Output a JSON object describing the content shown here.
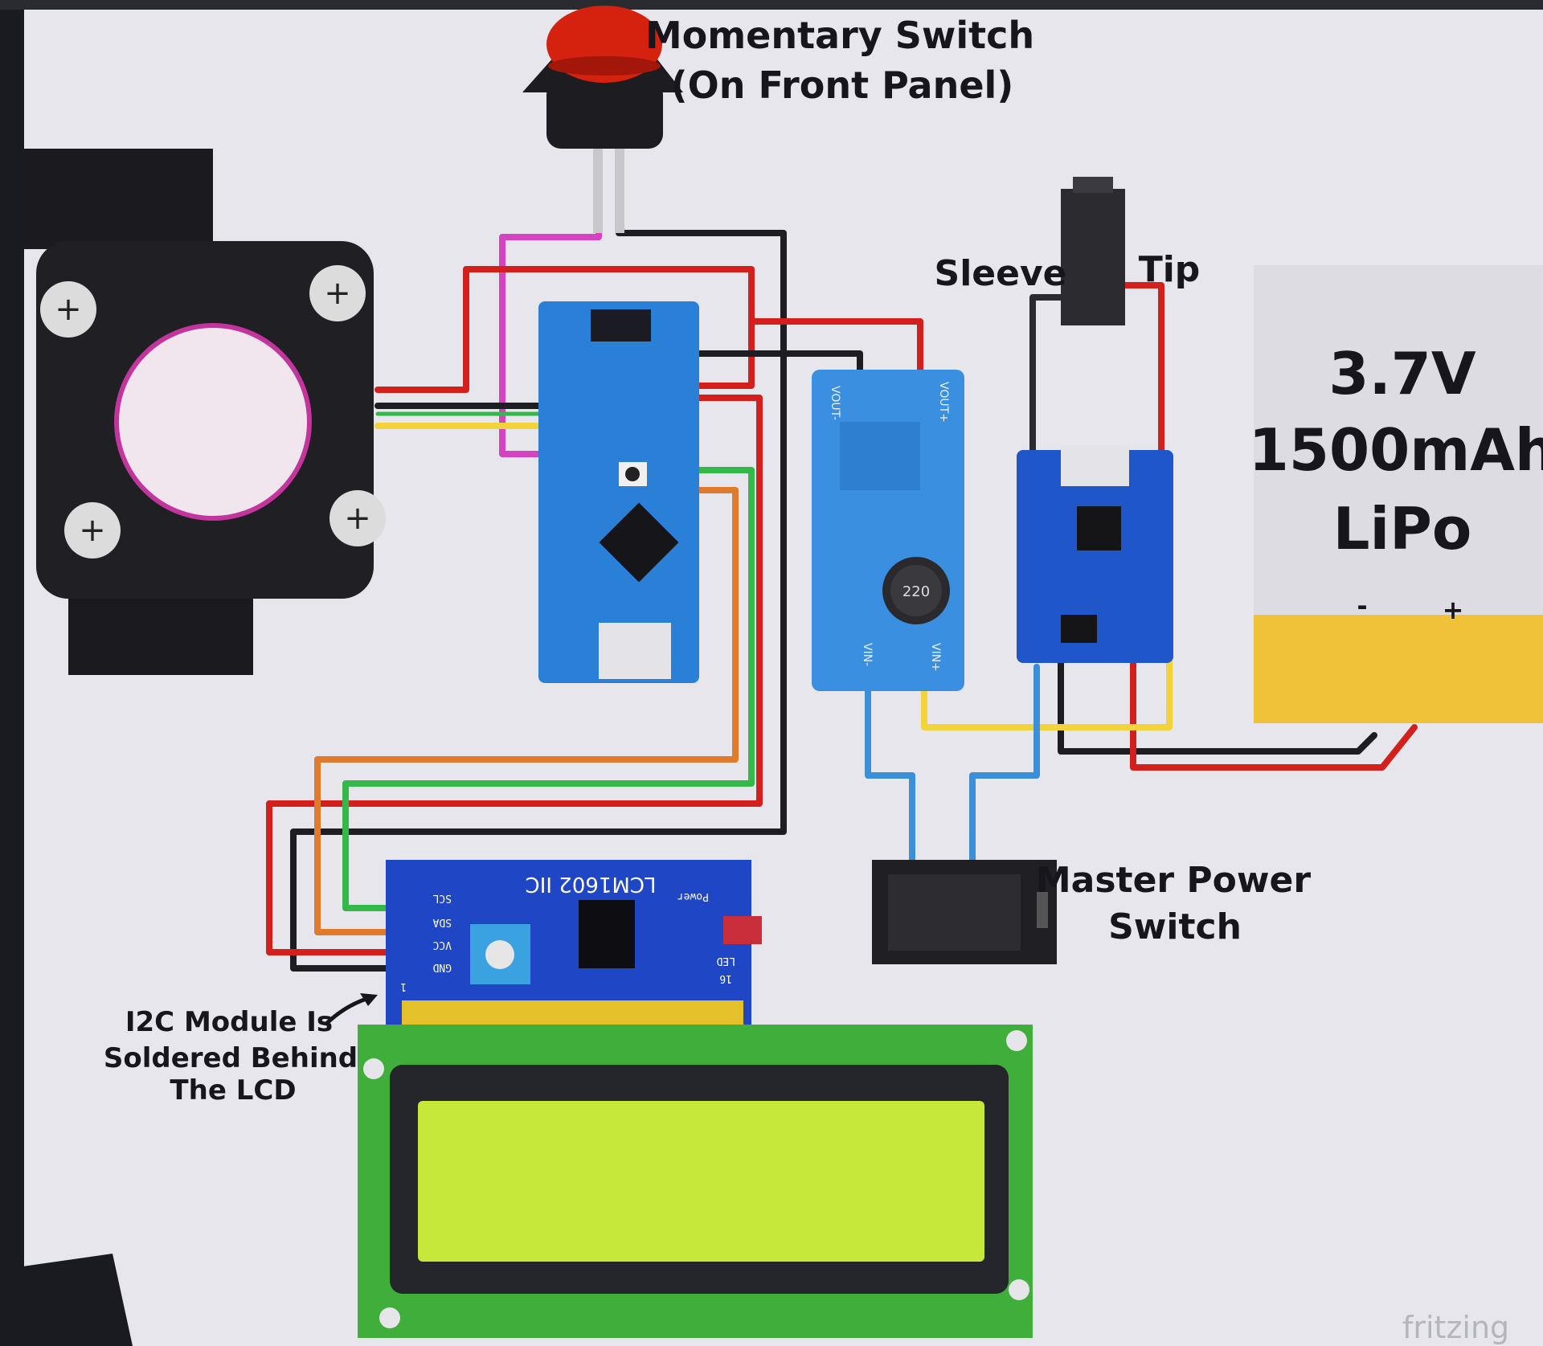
{
  "labels": {
    "momentary_switch_line1": "Momentary Switch",
    "momentary_switch_line2": "(On Front Panel)",
    "sleeve": "Sleeve",
    "tip": "Tip",
    "battery_voltage": "3.7V",
    "battery_capacity": "1500mAh",
    "battery_type": "LiPo",
    "battery_minus": "-",
    "battery_plus": "+",
    "master_switch_line1": "Master Power",
    "master_switch_line2": "Switch",
    "i2c_note_line1": "I2C Module Is",
    "i2c_note_line2": "Soldered Behind",
    "i2c_note_line3": "The LCD",
    "lcd_module_title": "LCM1602 IIC",
    "lcd_pin_scl": "SCL",
    "lcd_pin_sda": "SDA",
    "lcd_pin_vcc": "VCC",
    "lcd_pin_gnd": "GND",
    "lcd_led": "LED",
    "lcd_power": "Power",
    "lcd_16": "16",
    "lcd_1": "1",
    "boost_inductor": "220",
    "boost_vout_minus": "VOUT-",
    "boost_vout_plus": "VOUT+",
    "boost_vin_minus": "VIN-",
    "boost_vin_plus": "VIN+",
    "fritzing": "fritzing"
  },
  "colors": {
    "background": "#e4e4ea",
    "arduino": "#2a80d6",
    "boost_board": "#3a8fe0",
    "charger_board": "#1f56c9",
    "lcd_board": "#3fae3a",
    "lcd_screen": "#c6e83a",
    "wire_red": "#d4201c",
    "wire_black": "#1e1e22",
    "wire_yellow": "#f2d43a",
    "wire_green": "#35b84a",
    "wire_orange": "#e07a2c",
    "wire_magenta": "#d543c0",
    "wire_blue": "#3a8fd8",
    "button_red": "#d4220f",
    "battery_tab": "#f0c23a"
  }
}
